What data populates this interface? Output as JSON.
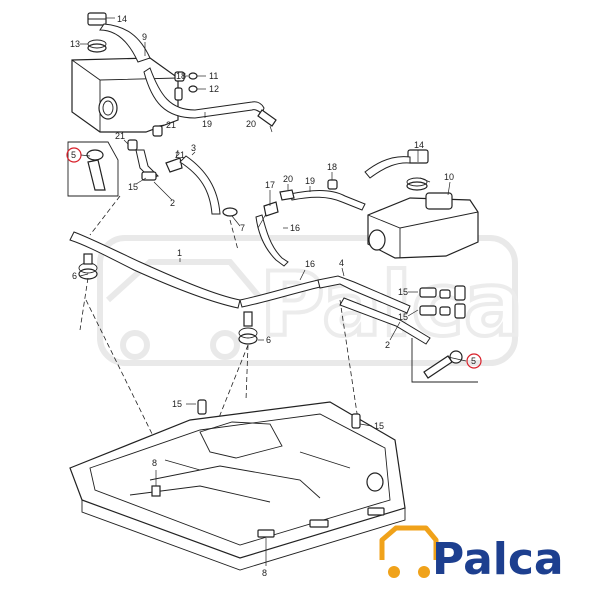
{
  "watermark": {
    "text": "Palca"
  },
  "logo": {
    "text": "Palca",
    "text_color": "#1d3f8f",
    "icon_color": "#f0a21a"
  },
  "highlight_color": "#d8202a",
  "callouts": {
    "c14a": "14",
    "c13a": "13",
    "c9": "9",
    "c18a": "18",
    "c11": "11",
    "c12": "12",
    "c19a": "19",
    "c20a": "20",
    "c21a": "21",
    "c21b": "21",
    "c21c": "21",
    "c3": "3",
    "c15a": "15",
    "c2a": "2",
    "c7": "7",
    "c5a": "5",
    "c6a": "6",
    "c1": "1",
    "c14b": "14",
    "c18b": "18",
    "c17": "17",
    "c20b": "20",
    "c19b": "19",
    "c10": "10",
    "c16a": "16",
    "c16b": "16",
    "c4": "4",
    "c15b": "15",
    "c15c": "15",
    "c2b": "2",
    "c5b": "5",
    "c6b": "6",
    "c15d": "15",
    "c15e": "15",
    "c8a": "8",
    "c8b": "8"
  }
}
